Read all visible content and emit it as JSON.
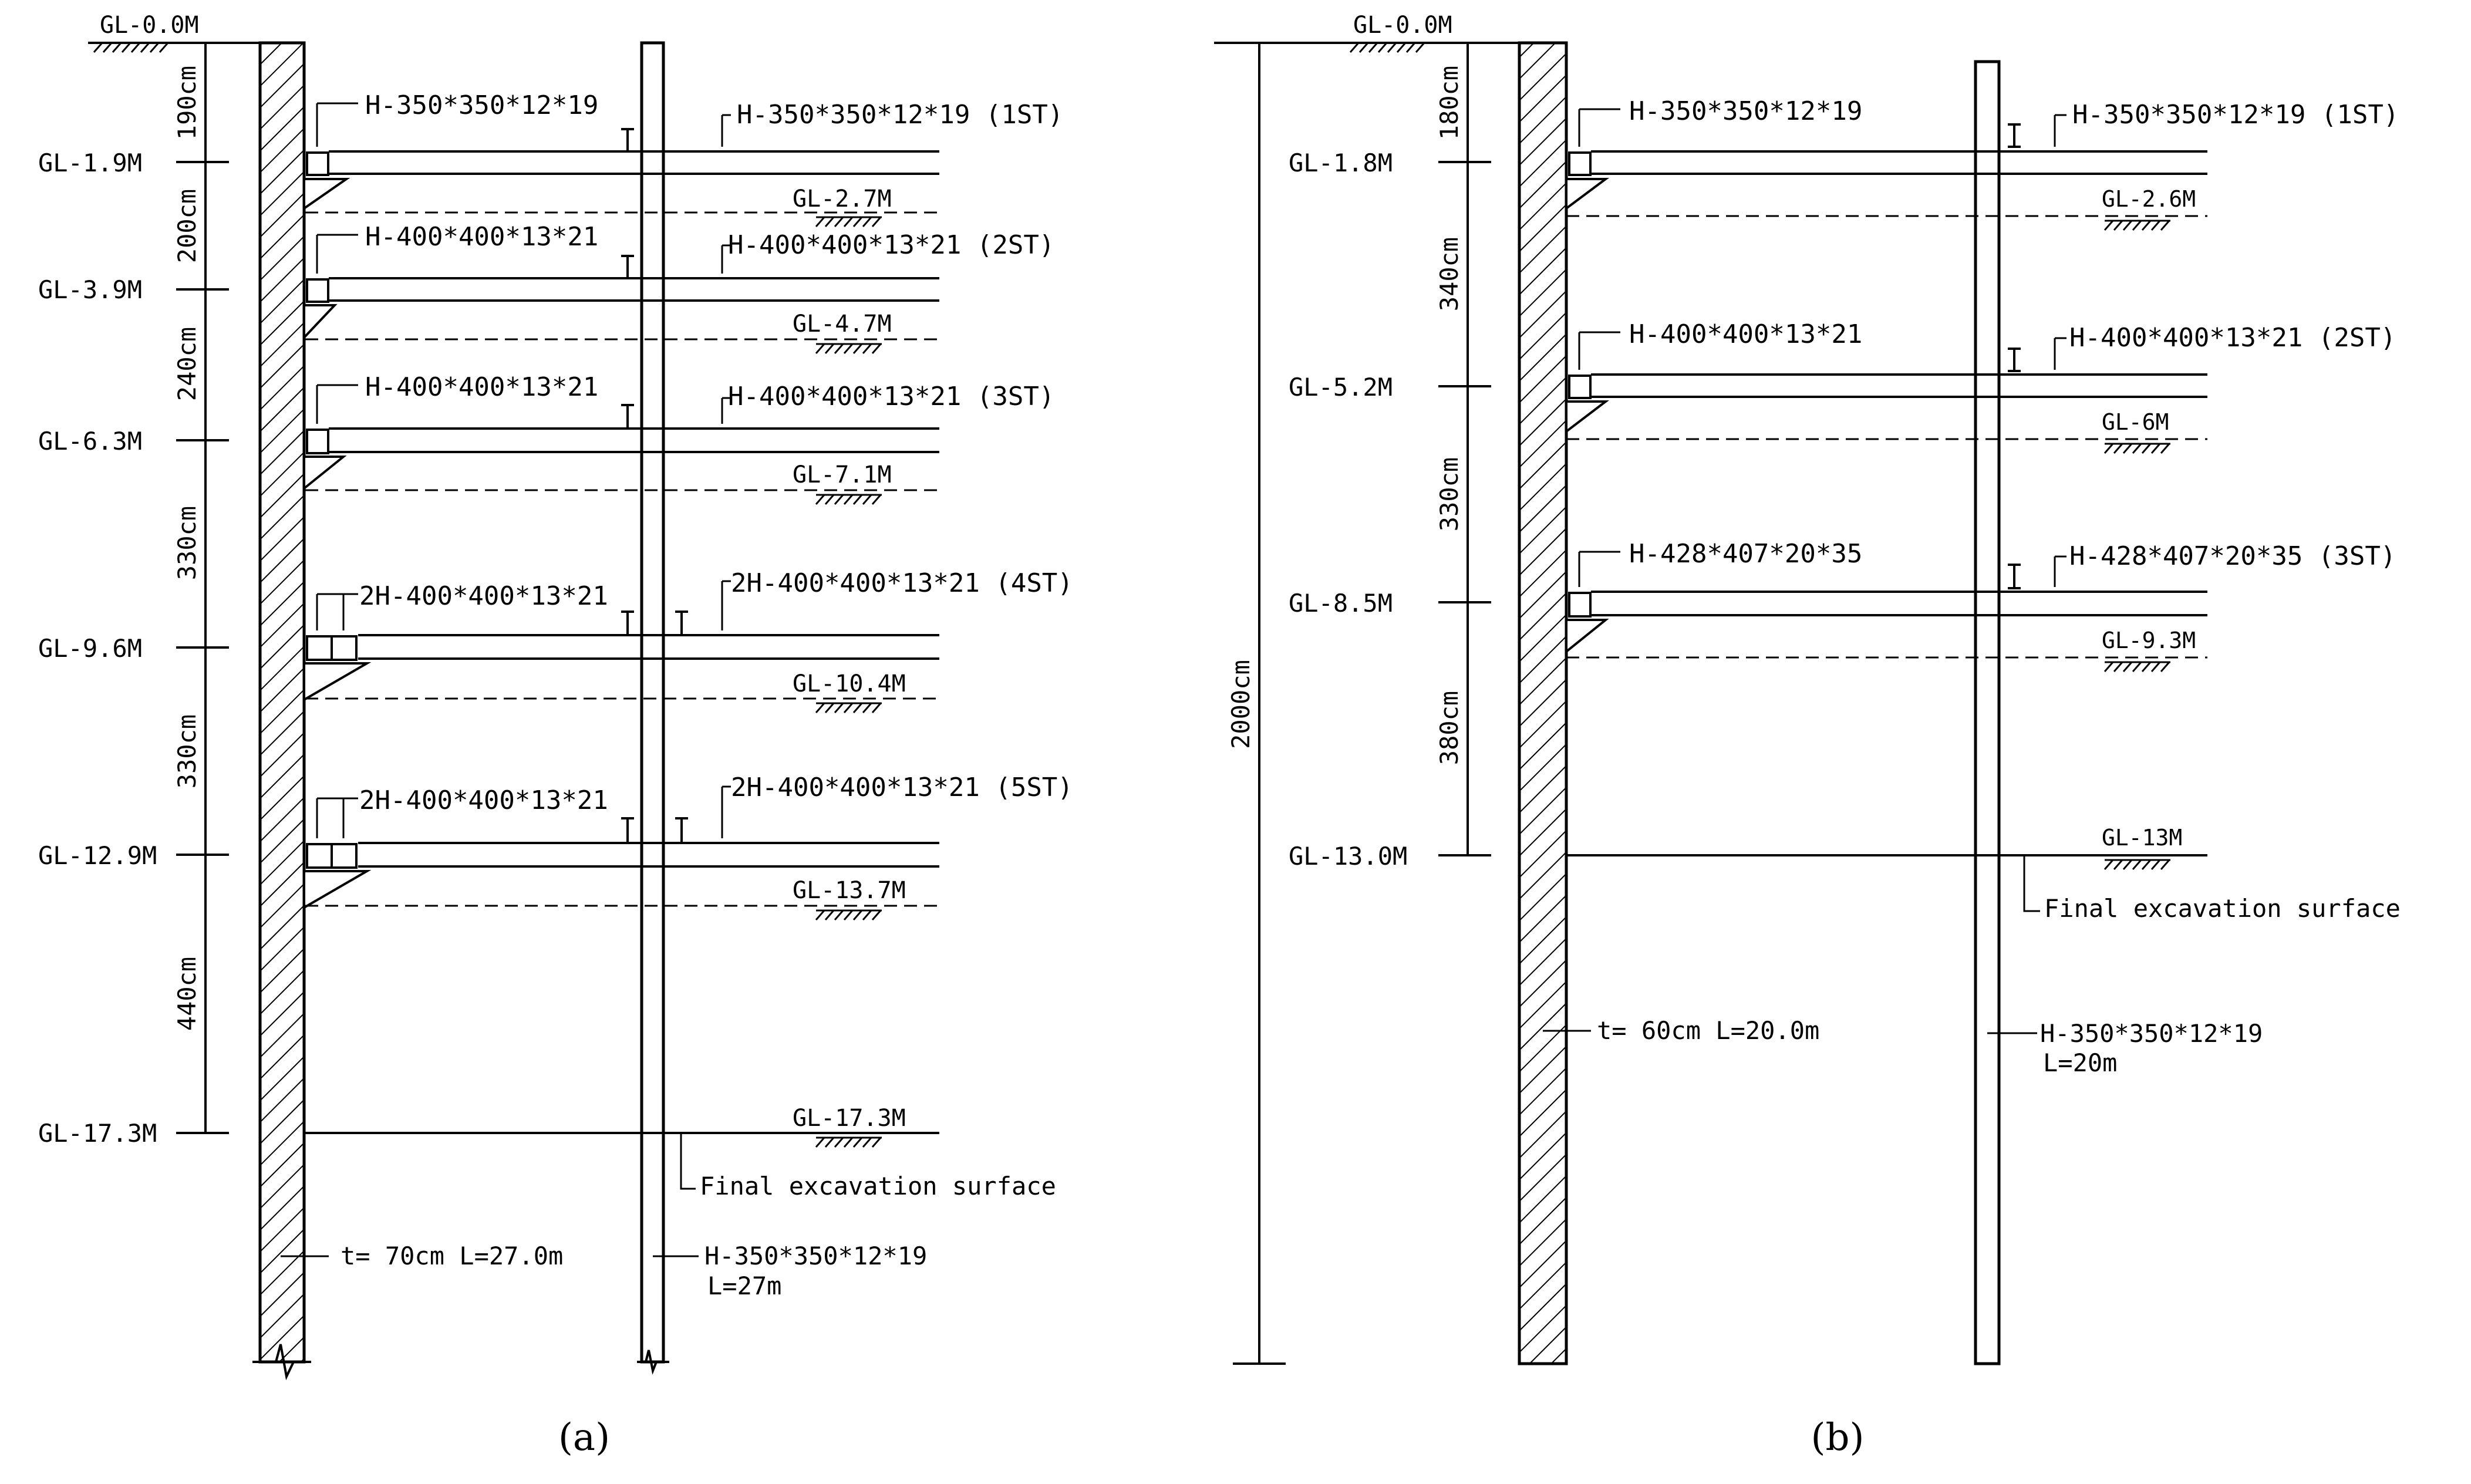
{
  "panels": [
    {
      "id": "a",
      "caption": "(a)",
      "ground_label": "GL-0.0M",
      "wall_label": "t= 70cm L=27.0m",
      "pile_label": [
        "H-350*350*12*19",
        "L=27m"
      ],
      "final_label": "Final excavation surface",
      "levels": [
        {
          "gl": "GL-1.9M",
          "dim": "190cm",
          "stage": "H-350*350*12*19 (1ST)",
          "wale": "H-350*350*12*19",
          "exc": "GL-2.7M"
        },
        {
          "gl": "GL-3.9M",
          "dim": "200cm",
          "stage": "H-400*400*13*21 (2ST)",
          "wale": "H-400*400*13*21",
          "exc": "GL-4.7M"
        },
        {
          "gl": "GL-6.3M",
          "dim": "240cm",
          "stage": "H-400*400*13*21 (3ST)",
          "wale": "H-400*400*13*21",
          "exc": "GL-7.1M"
        },
        {
          "gl": "GL-9.6M",
          "dim": "330cm",
          "stage": "2H-400*400*13*21 (4ST)",
          "wale": "2H-400*400*13*21",
          "exc": "GL-10.4M"
        },
        {
          "gl": "GL-12.9M",
          "dim": "330cm",
          "stage": "2H-400*400*13*21 (5ST)",
          "wale": "2H-400*400*13*21",
          "exc": "GL-13.7M"
        },
        {
          "gl": "GL-17.3M",
          "dim": "440cm",
          "exc": "GL-17.3M"
        }
      ]
    },
    {
      "id": "b",
      "caption": "(b)",
      "ground_label": "GL-0.0M",
      "wall_label": "t= 60cm L=20.0m",
      "pile_label": [
        "H-350*350*12*19",
        "L=20m"
      ],
      "final_label": "Final excavation surface",
      "total_dim": "2000cm",
      "levels": [
        {
          "gl": "GL-1.8M",
          "dim": "180cm",
          "stage": "H-350*350*12*19 (1ST)",
          "wale": "H-350*350*12*19",
          "exc": "GL-2.6M"
        },
        {
          "gl": "GL-5.2M",
          "dim": "340cm",
          "stage": "H-400*400*13*21 (2ST)",
          "wale": "H-400*400*13*21",
          "exc": "GL-6M"
        },
        {
          "gl": "GL-8.5M",
          "dim": "330cm",
          "stage": "H-428*407*20*35 (3ST)",
          "wale": "H-428*407*20*35",
          "exc": "GL-9.3M"
        },
        {
          "gl": "GL-13.0M",
          "dim": "380cm",
          "exc": "GL-13M"
        }
      ]
    }
  ]
}
